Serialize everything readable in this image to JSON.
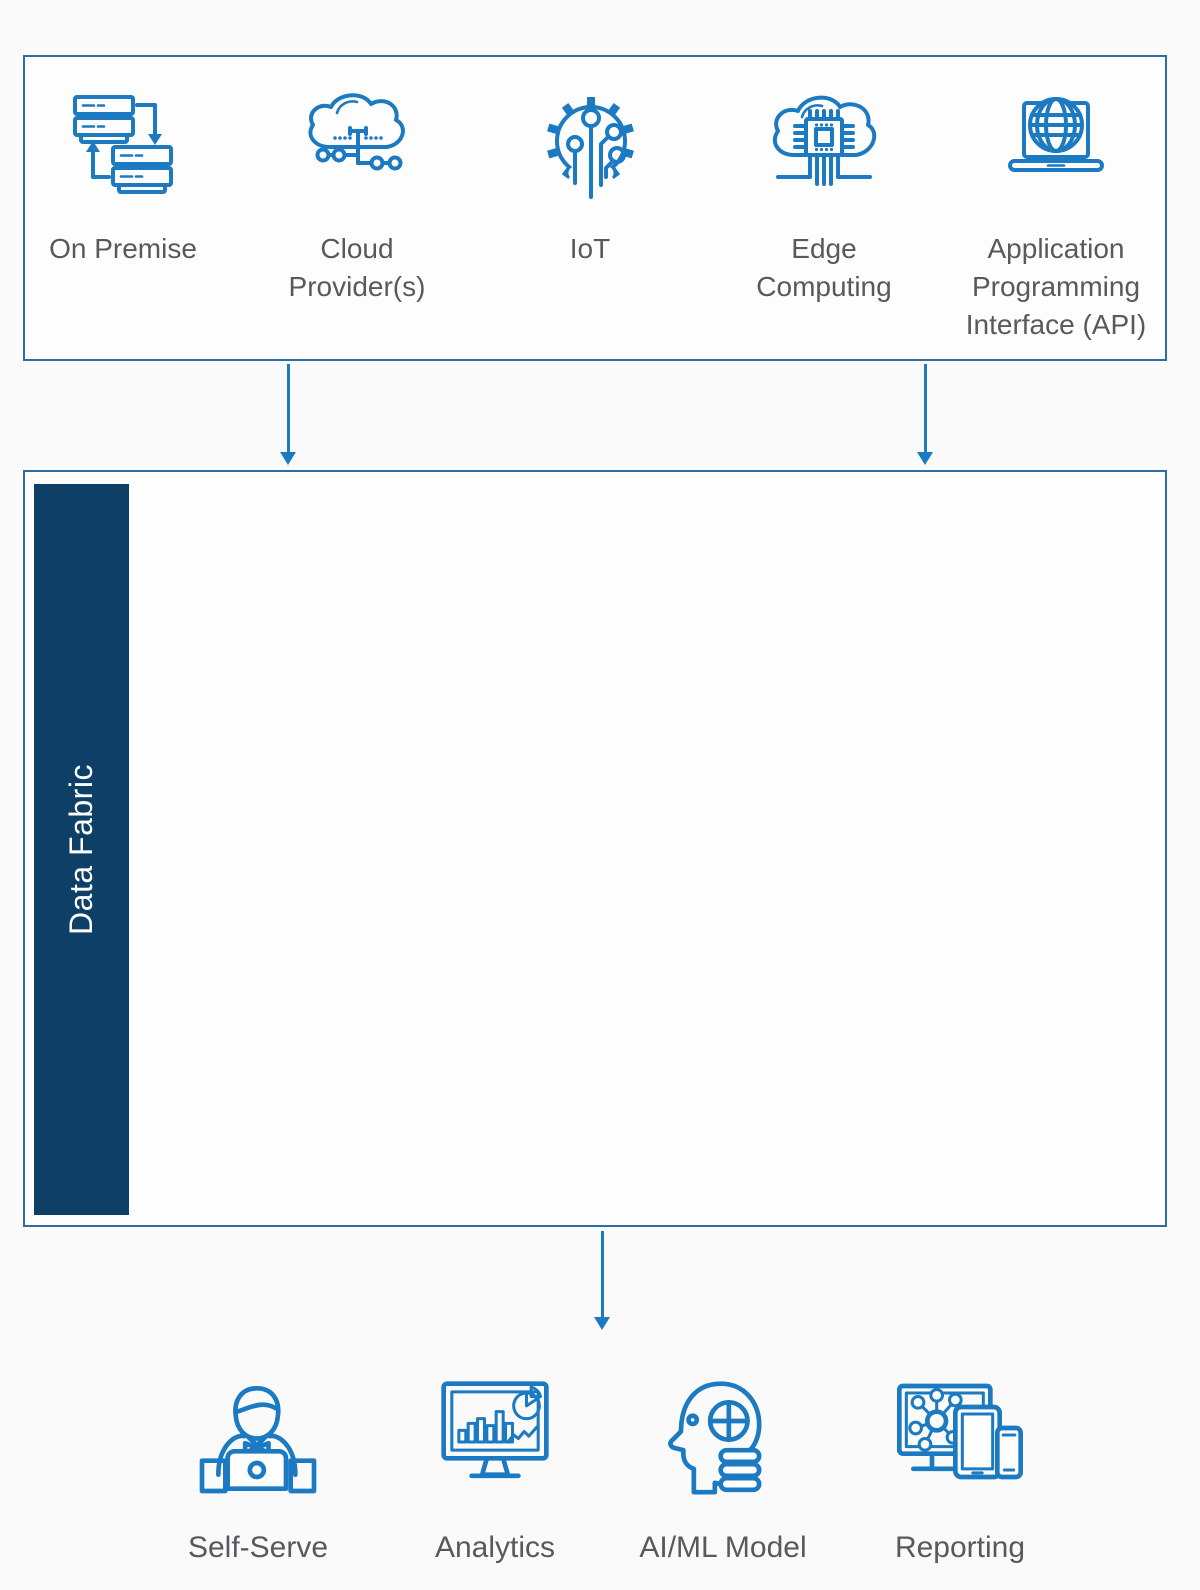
{
  "colors": {
    "icon_blue": "#1b7ac1",
    "border_blue": "#2e6da4",
    "navy": "#0e3f66",
    "label_gray": "#58595b",
    "bg": "#fafafa",
    "panel_bg": "#fdfdfd"
  },
  "sources": {
    "items": [
      {
        "label": "On Premise",
        "icon": "servers-sync-icon"
      },
      {
        "label": "Cloud\nProvider(s)",
        "icon": "cloud-network-icon"
      },
      {
        "label": "IoT",
        "icon": "gear-circuit-icon"
      },
      {
        "label": "Edge\nComputing",
        "icon": "cloud-chip-icon"
      },
      {
        "label": "Application\nProgramming\nInterface (API)",
        "icon": "laptop-globe-icon"
      }
    ]
  },
  "fabric": {
    "label": "Data Fabric"
  },
  "consumers": {
    "items": [
      {
        "label": "Self-Serve",
        "icon": "person-laptop-icon"
      },
      {
        "label": "Analytics",
        "icon": "monitor-charts-icon"
      },
      {
        "label": "AI/ML Model",
        "icon": "head-circuit-icon"
      },
      {
        "label": "Reporting",
        "icon": "devices-network-icon"
      }
    ]
  }
}
